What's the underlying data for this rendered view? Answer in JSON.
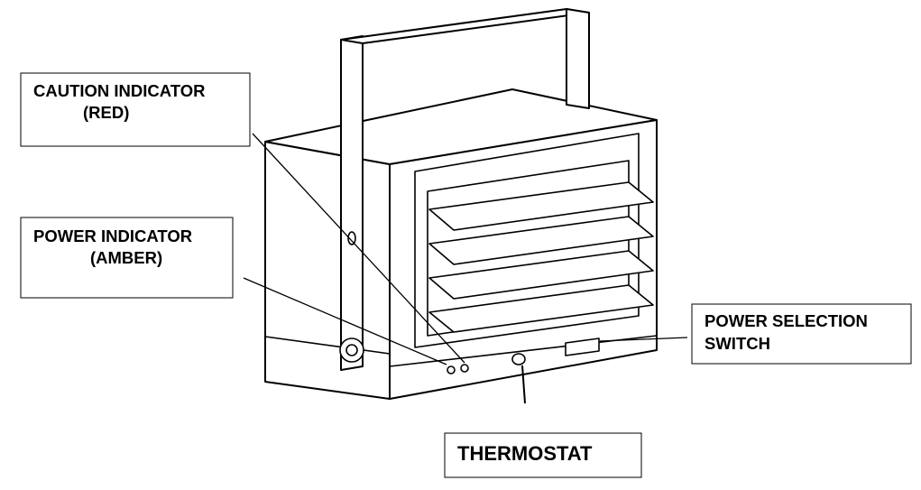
{
  "callouts": {
    "caution": {
      "line1": "CAUTION INDICATOR",
      "line2": "(RED)"
    },
    "power_indicator": {
      "line1": "POWER INDICATOR",
      "line2": "(AMBER)"
    },
    "power_selection": {
      "line1": "POWER SELECTION",
      "line2": "SWITCH"
    },
    "thermostat": {
      "line1": "THERMOSTAT"
    }
  },
  "colors": {
    "ink": "#000000",
    "paper": "#ffffff"
  }
}
